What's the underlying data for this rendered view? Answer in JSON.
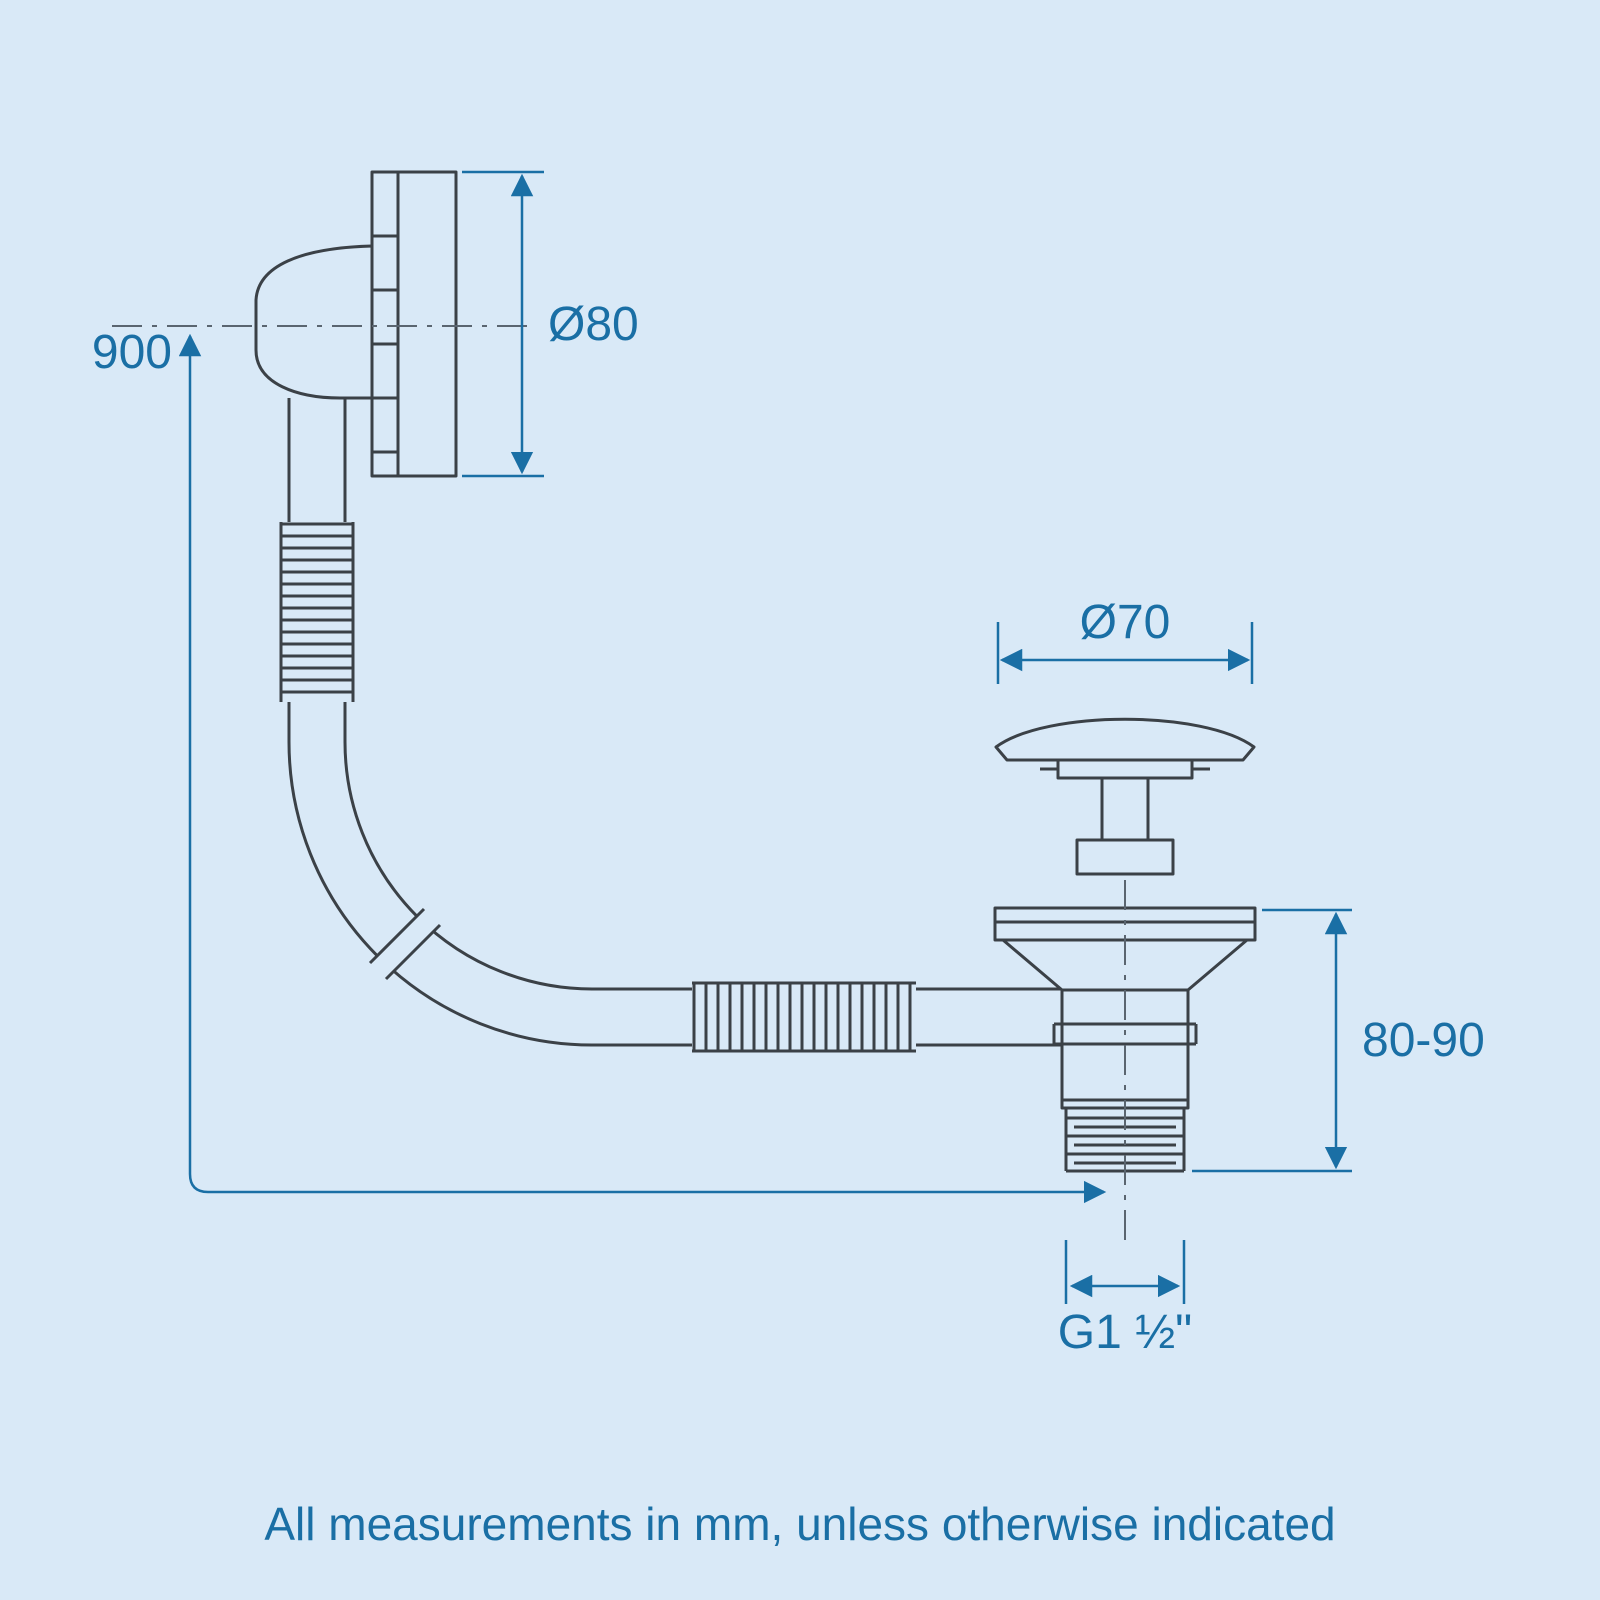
{
  "diagram": {
    "dimensions": {
      "overflow_diameter": "Ø80",
      "hose_length": "900",
      "plug_cap_diameter": "Ø70",
      "waste_height": "80-90",
      "thread_size": "G1 ½\""
    },
    "footer_note": "All measurements in mm, unless otherwise indicated",
    "colors": {
      "background": "#d9e9f7",
      "part_outline": "#3b4147",
      "dimension": "#1a6fa5"
    }
  }
}
